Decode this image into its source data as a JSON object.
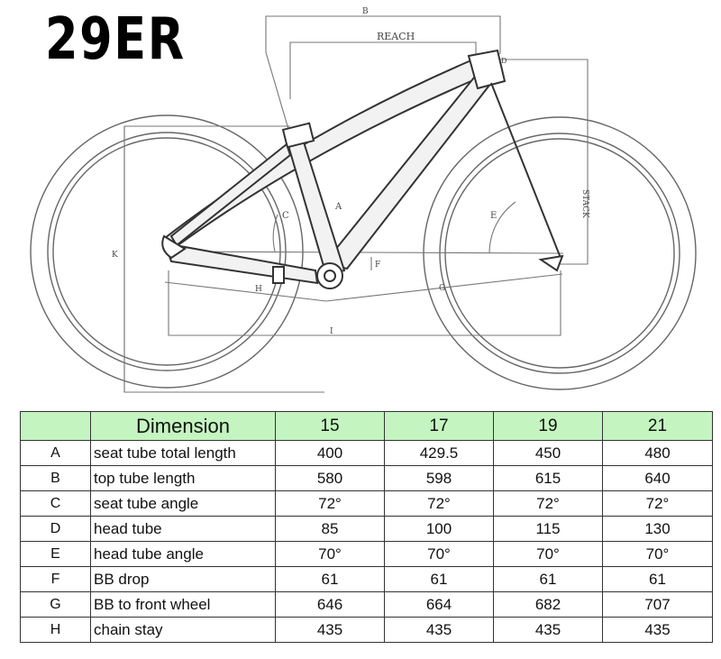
{
  "title": "29ER",
  "diagram": {
    "labels": {
      "b": "B",
      "reach": "REACH",
      "stack": "STACK",
      "a": "A",
      "c": "C",
      "e": "E",
      "f": "F",
      "g": "G",
      "h": "H",
      "i": "I",
      "k": "K",
      "d": "D"
    }
  },
  "table": {
    "dimension_header": "Dimension",
    "sizes": [
      "15",
      "17",
      "19",
      "21"
    ],
    "rows": [
      {
        "letter": "A",
        "label": "seat tube total length",
        "values": [
          "400",
          "429.5",
          "450",
          "480"
        ]
      },
      {
        "letter": "B",
        "label": "top tube length",
        "values": [
          "580",
          "598",
          "615",
          "640"
        ]
      },
      {
        "letter": "C",
        "label": "seat tube angle",
        "values": [
          "72°",
          "72°",
          "72°",
          "72°"
        ]
      },
      {
        "letter": "D",
        "label": "head tube",
        "values": [
          "85",
          "100",
          "115",
          "130"
        ]
      },
      {
        "letter": "E",
        "label": "head tube angle",
        "values": [
          "70°",
          "70°",
          "70°",
          "70°"
        ]
      },
      {
        "letter": "F",
        "label": "BB drop",
        "values": [
          "61",
          "61",
          "61",
          "61"
        ]
      },
      {
        "letter": "G",
        "label": "BB to front wheel",
        "values": [
          "646",
          "664",
          "682",
          "707"
        ]
      },
      {
        "letter": "H",
        "label": "chain stay",
        "values": [
          "435",
          "435",
          "435",
          "435"
        ]
      }
    ]
  },
  "colors": {
    "header_fill": "#c4f5c0",
    "line": "#555555"
  }
}
